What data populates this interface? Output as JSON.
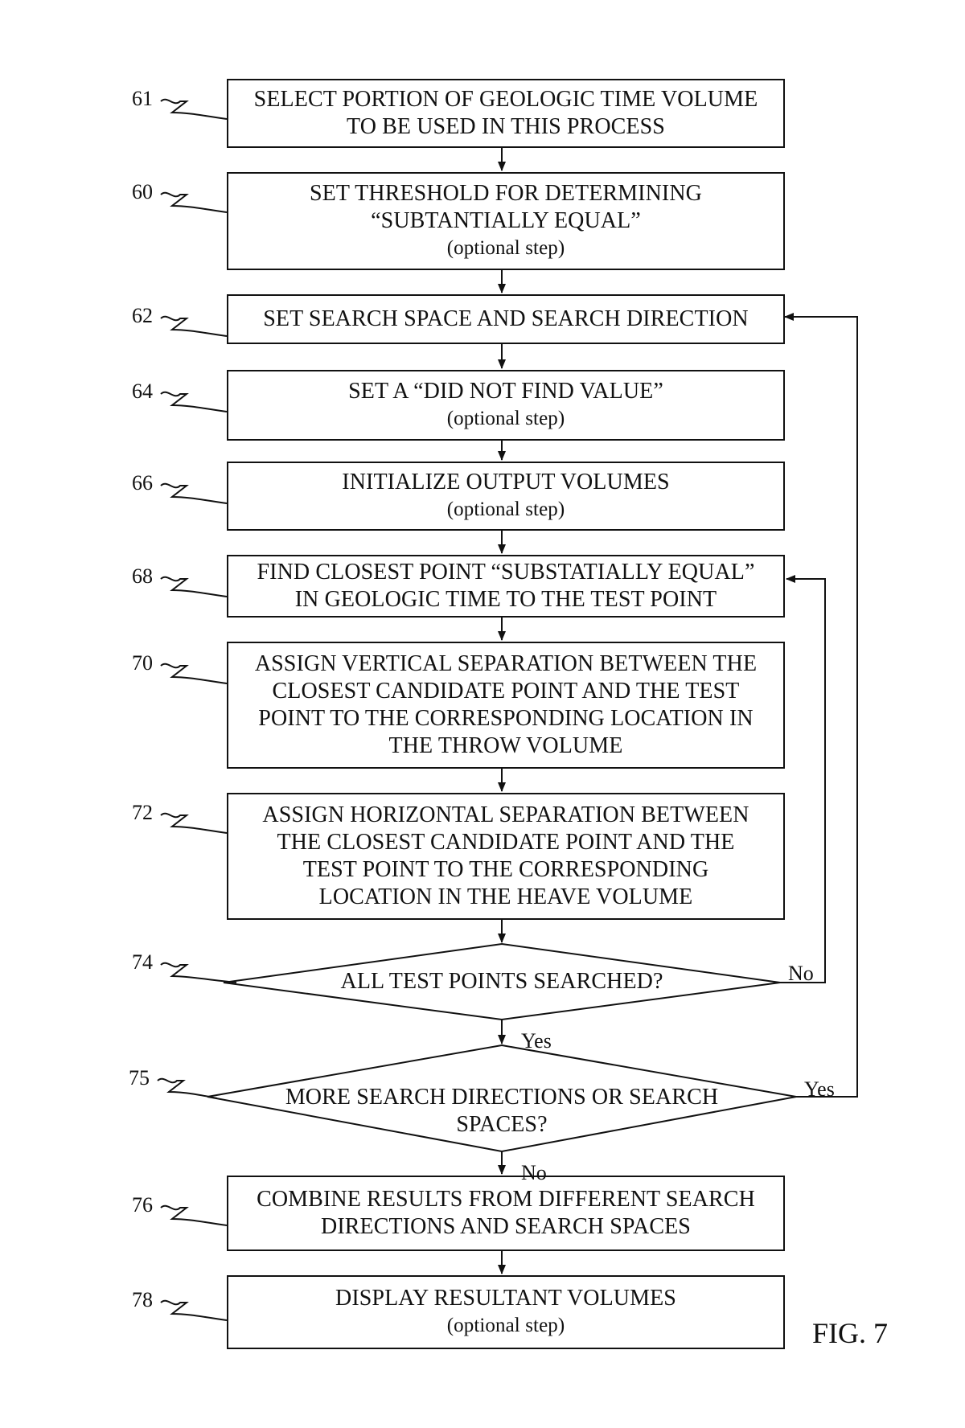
{
  "steps": [
    {
      "ref": "61",
      "lines": [
        "SELECT PORTION OF GEOLOGIC TIME VOLUME",
        "TO BE USED IN THIS PROCESS"
      ]
    },
    {
      "ref": "60",
      "lines": [
        "SET THRESHOLD FOR DETERMINING",
        "“SUBTANTIALLY EQUAL”",
        "(optional step)"
      ]
    },
    {
      "ref": "62",
      "lines": [
        "SET SEARCH SPACE AND SEARCH DIRECTION"
      ]
    },
    {
      "ref": "64",
      "lines": [
        "SET A “DID NOT FIND VALUE”",
        "(optional step)"
      ]
    },
    {
      "ref": "66",
      "lines": [
        "INITIALIZE OUTPUT VOLUMES",
        "(optional step)"
      ]
    },
    {
      "ref": "68",
      "lines": [
        "FIND CLOSEST POINT “SUBSTATIALLY EQUAL”",
        "IN GEOLOGIC TIME TO THE TEST POINT"
      ]
    },
    {
      "ref": "70",
      "lines": [
        "ASSIGN VERTICAL SEPARATION BETWEEN THE",
        "CLOSEST CANDIDATE POINT AND THE TEST",
        "POINT TO THE CORRESPONDING LOCATION IN",
        "THE THROW VOLUME"
      ]
    },
    {
      "ref": "72",
      "lines": [
        "ASSIGN HORIZONTAL SEPARATION BETWEEN",
        "THE CLOSEST CANDIDATE POINT AND THE",
        "TEST POINT TO THE CORRESPONDING",
        "LOCATION IN THE HEAVE VOLUME"
      ]
    },
    {
      "ref": "76",
      "lines": [
        "COMBINE RESULTS FROM DIFFERENT SEARCH",
        "DIRECTIONS AND SEARCH SPACES"
      ]
    },
    {
      "ref": "78",
      "lines": [
        "DISPLAY RESULTANT VOLUMES",
        "(optional step)"
      ]
    }
  ],
  "decisions": [
    {
      "ref": "74",
      "lines": [
        "ALL TEST POINTS SEARCHED?"
      ],
      "no_label": "No",
      "yes_label": "Yes"
    },
    {
      "ref": "75",
      "lines": [
        "MORE SEARCH DIRECTIONS OR SEARCH",
        "SPACES?"
      ],
      "yes_label": "Yes",
      "no_label": "No"
    }
  ],
  "figure_label": "FIG. 7"
}
